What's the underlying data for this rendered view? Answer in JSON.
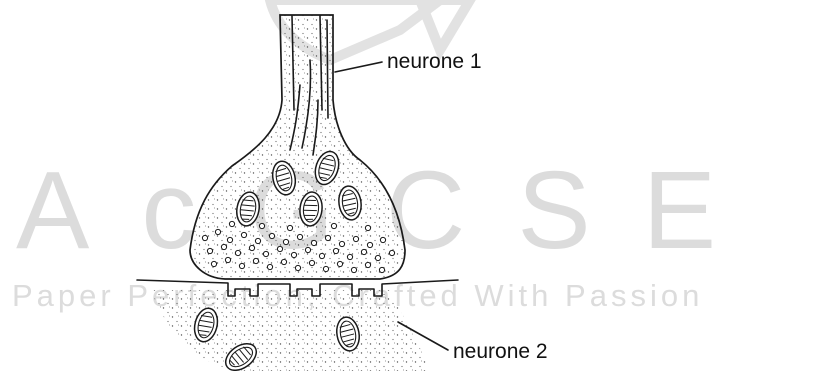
{
  "watermark": {
    "main_text": "AcGCSE",
    "tagline": "Paper Perfection, Crafted With Passion",
    "color": "#dcdcdc"
  },
  "labels": {
    "neurone_1": "neurone 1",
    "neurone_2": "neurone 2"
  }
}
